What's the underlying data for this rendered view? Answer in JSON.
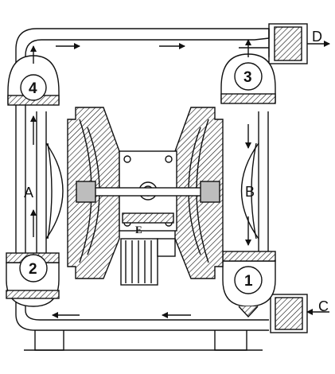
{
  "labels": {
    "port_d": "D",
    "port_c": "C",
    "chamber_a": "A",
    "chamber_b": "B",
    "center_e": "E",
    "valve_1": "1",
    "valve_2": "2",
    "valve_3": "3",
    "valve_4": "4"
  },
  "colors": {
    "line": "#111111",
    "fill_grey": "#bdbdbd",
    "background": "#ffffff"
  }
}
